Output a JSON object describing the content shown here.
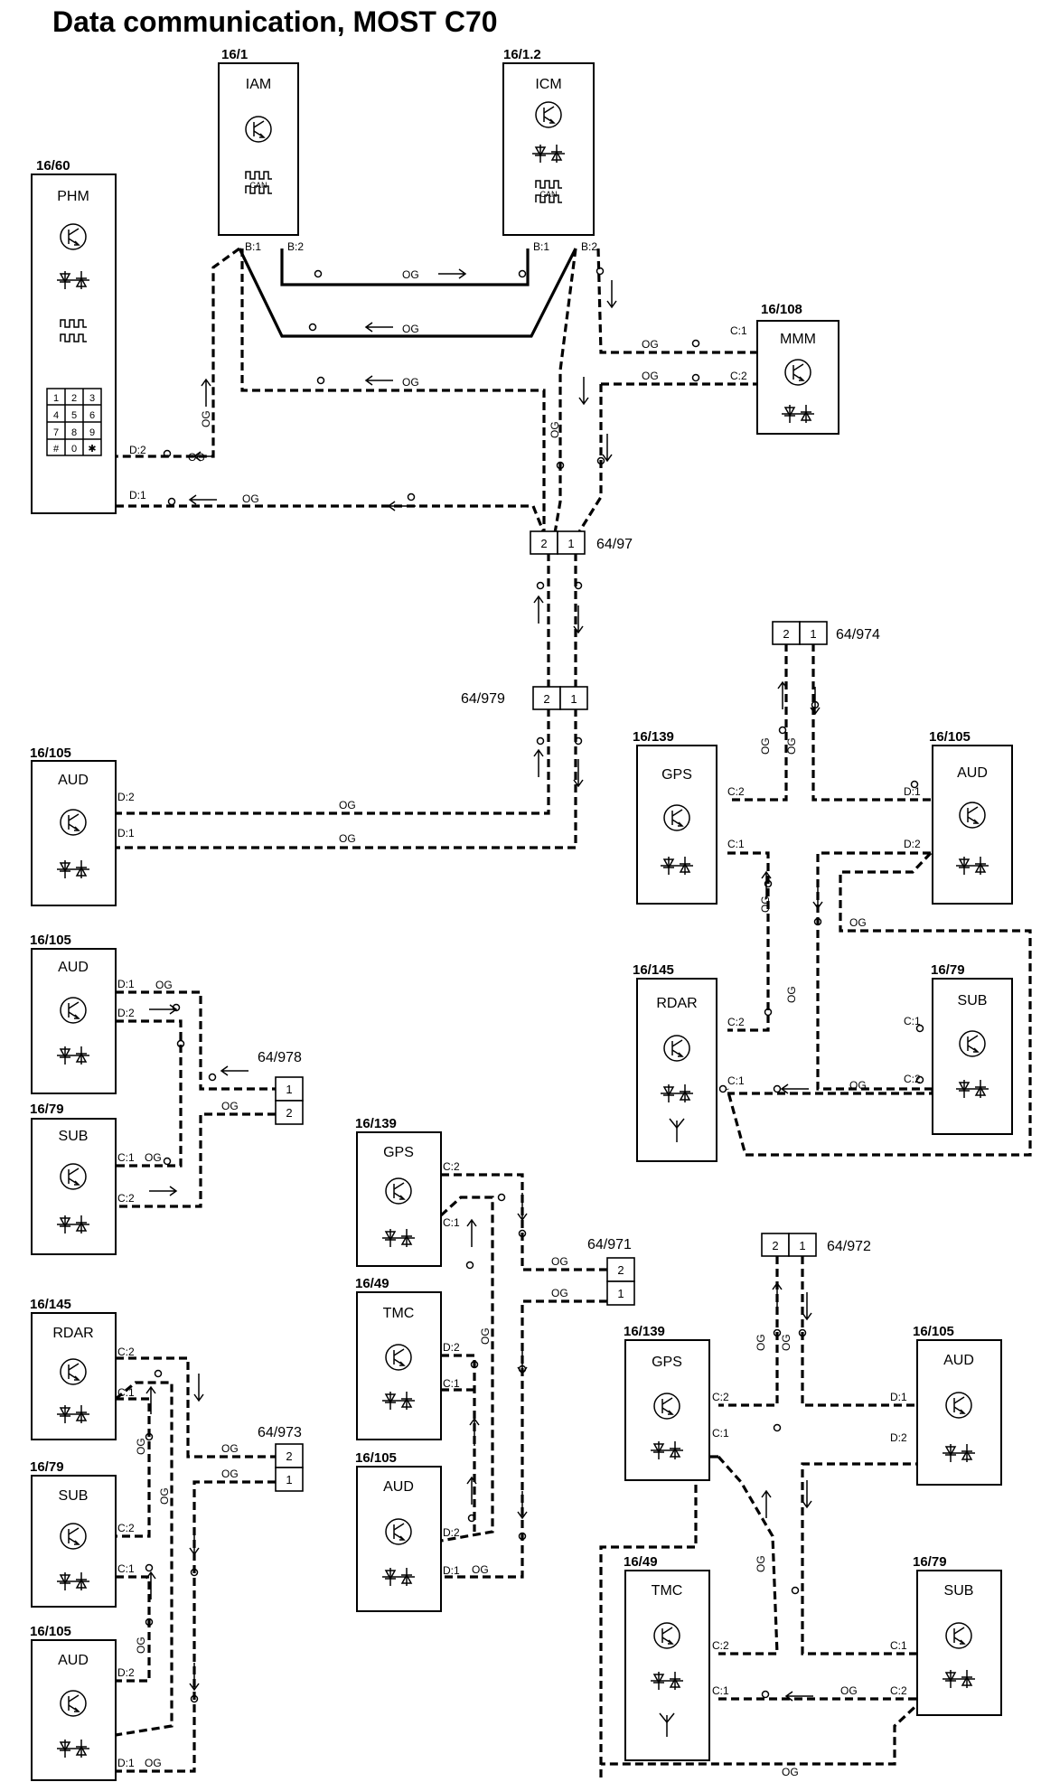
{
  "title": "Data communication, MOST C70",
  "wire_color": "OG",
  "modules": [
    {
      "key": "phm",
      "id": "16/60",
      "name": "PHM",
      "pins": [
        "D:2",
        "D:1"
      ]
    },
    {
      "key": "iam",
      "id": "16/1",
      "name": "IAM",
      "pins": [
        "B:1",
        "B:2"
      ],
      "icon_label": "CAN"
    },
    {
      "key": "icm",
      "id": "16/1.2",
      "name": "ICM",
      "pins": [
        "B:1",
        "B:2"
      ],
      "icon_label": "CAN"
    },
    {
      "key": "mmm",
      "id": "16/108",
      "name": "MMM",
      "pins": [
        "C:1",
        "C:2"
      ]
    },
    {
      "key": "aud1",
      "id": "16/105",
      "name": "AUD",
      "pins": [
        "D:2",
        "D:1"
      ]
    },
    {
      "key": "gps1",
      "id": "16/139",
      "name": "GPS",
      "pins": [
        "C:2",
        "C:1"
      ]
    },
    {
      "key": "aud2",
      "id": "16/105",
      "name": "AUD",
      "pins": [
        "D:1",
        "D:2"
      ]
    },
    {
      "key": "rdar1",
      "id": "16/145",
      "name": "RDAR",
      "pins": [
        "C:2",
        "C:1"
      ]
    },
    {
      "key": "sub1",
      "id": "16/79",
      "name": "SUB",
      "pins": [
        "C:1",
        "C:2"
      ]
    },
    {
      "key": "aud3",
      "id": "16/105",
      "name": "AUD",
      "pins": [
        "D:1",
        "D:2"
      ]
    },
    {
      "key": "sub2",
      "id": "16/79",
      "name": "SUB",
      "pins": [
        "C:1",
        "C:2"
      ]
    },
    {
      "key": "gps2",
      "id": "16/139",
      "name": "GPS",
      "pins": [
        "C:2",
        "C:1"
      ]
    },
    {
      "key": "tmc1",
      "id": "16/49",
      "name": "TMC",
      "pins": [
        "D:2",
        "C:1"
      ]
    },
    {
      "key": "aud4",
      "id": "16/105",
      "name": "AUD",
      "pins": [
        "D:2",
        "D:1"
      ]
    },
    {
      "key": "rdar2",
      "id": "16/145",
      "name": "RDAR",
      "pins": [
        "C:2",
        "C:1"
      ]
    },
    {
      "key": "sub3",
      "id": "16/79",
      "name": "SUB",
      "pins": [
        "C:2",
        "C:1"
      ]
    },
    {
      "key": "aud5",
      "id": "16/105",
      "name": "AUD",
      "pins": [
        "D:2",
        "D:1"
      ]
    },
    {
      "key": "gps3",
      "id": "16/139",
      "name": "GPS",
      "pins": [
        "C:2",
        "C:1"
      ]
    },
    {
      "key": "aud6",
      "id": "16/105",
      "name": "AUD",
      "pins": [
        "D:1",
        "D:2"
      ]
    },
    {
      "key": "tmc2",
      "id": "16/49",
      "name": "TMC",
      "pins": [
        "C:2",
        "C:1"
      ]
    },
    {
      "key": "sub4",
      "id": "16/79",
      "name": "SUB",
      "pins": [
        "C:1",
        "C:2"
      ]
    }
  ],
  "connectors": [
    {
      "key": "c97",
      "id": "64/97",
      "pins": [
        "2",
        "1"
      ]
    },
    {
      "key": "c979",
      "id": "64/979",
      "pins": [
        "2",
        "1"
      ]
    },
    {
      "key": "c974",
      "id": "64/974",
      "pins": [
        "2",
        "1"
      ]
    },
    {
      "key": "c978",
      "id": "64/978",
      "pins": [
        "1",
        "2"
      ]
    },
    {
      "key": "c971",
      "id": "64/971",
      "pins": [
        "2",
        "1"
      ]
    },
    {
      "key": "c973",
      "id": "64/973",
      "pins": [
        "2",
        "1"
      ]
    },
    {
      "key": "c972",
      "id": "64/972",
      "pins": [
        "2",
        "1"
      ]
    }
  ],
  "keypad": [
    "1",
    "2",
    "3",
    "4",
    "5",
    "6",
    "7",
    "8",
    "9",
    "#",
    "0",
    "✱"
  ]
}
